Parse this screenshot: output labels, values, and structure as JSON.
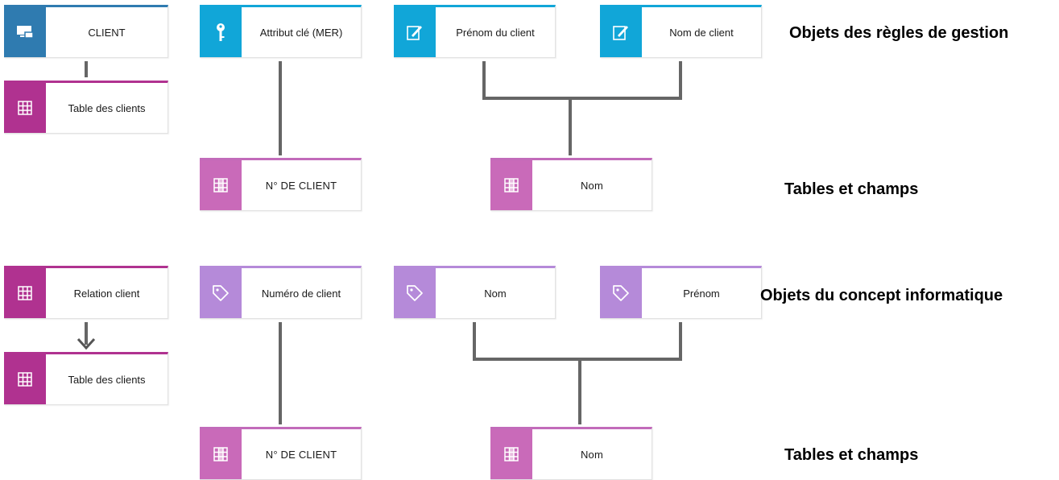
{
  "colors": {
    "entity": "#2f7bb0",
    "key_attribute": "#11a6d8",
    "term": "#11a6d8",
    "table": "#b03290",
    "field": "#c96ab9",
    "attribute": "#b58ad9",
    "connector": "#666666"
  },
  "icons": {
    "entity": "entity-icon",
    "key_attribute": "key-icon",
    "term": "pen-document-icon",
    "table": "table-grid-icon",
    "field": "table-field-icon",
    "attribute": "tag-icon"
  },
  "top": {
    "left": {
      "entity": "CLIENT",
      "table": "Table des clients"
    },
    "key_attribute": "Attribut clé (MER)",
    "term_first_name": "Prénom du client",
    "term_last_name": "Nom de client",
    "field_client_no": "N° DE CLIENT",
    "field_name": "Nom"
  },
  "bottom": {
    "left": {
      "relation": "Relation client",
      "table": "Table des clients"
    },
    "attr_client_no": "Numéro de client",
    "attr_last_name": "Nom",
    "attr_first_name": "Prénom",
    "field_client_no": "N° DE CLIENT",
    "field_name": "Nom"
  },
  "layers": {
    "business_rules": "Objets des règles de gestion",
    "tables_fields_1": "Tables et champs",
    "it_concept": "Objets du concept informatique",
    "tables_fields_2": "Tables et champs"
  }
}
